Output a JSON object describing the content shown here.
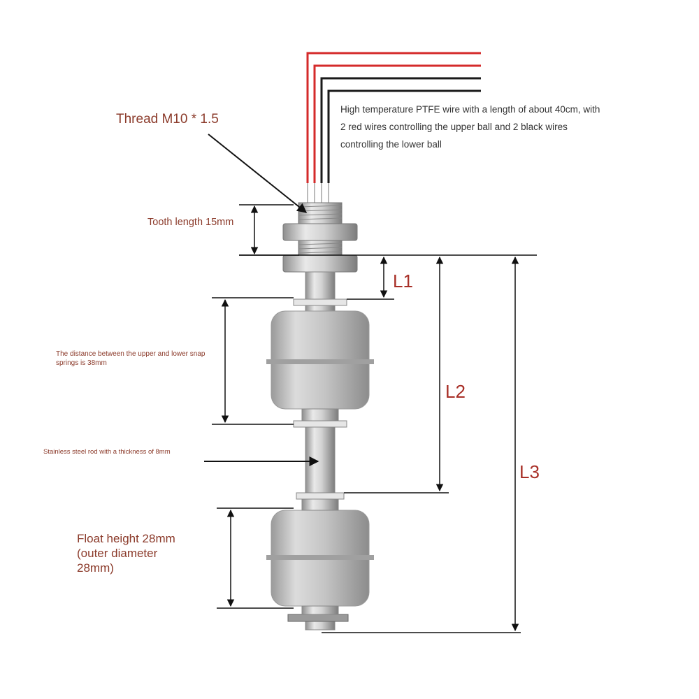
{
  "wire_note": {
    "line1": "High temperature PTFE wire with a length of about 40cm, with",
    "line2": "2 red wires controlling the upper ball and 2 black wires",
    "line3": "controlling the lower ball"
  },
  "thread_label": "Thread M10 * 1.5",
  "tooth_label": "Tooth length 15mm",
  "snap_note": {
    "line1": "The distance between the upper and lower snap",
    "line2": "springs is 38mm"
  },
  "rod_note": "Stainless steel rod with a thickness of 8mm",
  "float_note": {
    "line1": "Float height 28mm",
    "line2": "(outer diameter",
    "line3": "28mm)"
  },
  "dimensions": {
    "l1": "L1",
    "l2": "L2",
    "l3": "L3"
  },
  "colors": {
    "red_wire": "#d42a2a",
    "black_wire": "#1a1a1a",
    "label_red": "#8b3a2a",
    "dimension_red": "#a82f27",
    "steel": "#c8c8c8"
  }
}
